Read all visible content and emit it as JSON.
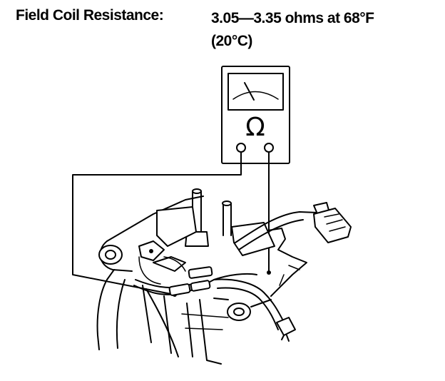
{
  "spec": {
    "label": "Field Coil Resistance:",
    "value_line1": "3.05—3.35 ohms at 68°F",
    "value_line2": "(20°C)"
  },
  "meter": {
    "symbol": "Ω"
  }
}
